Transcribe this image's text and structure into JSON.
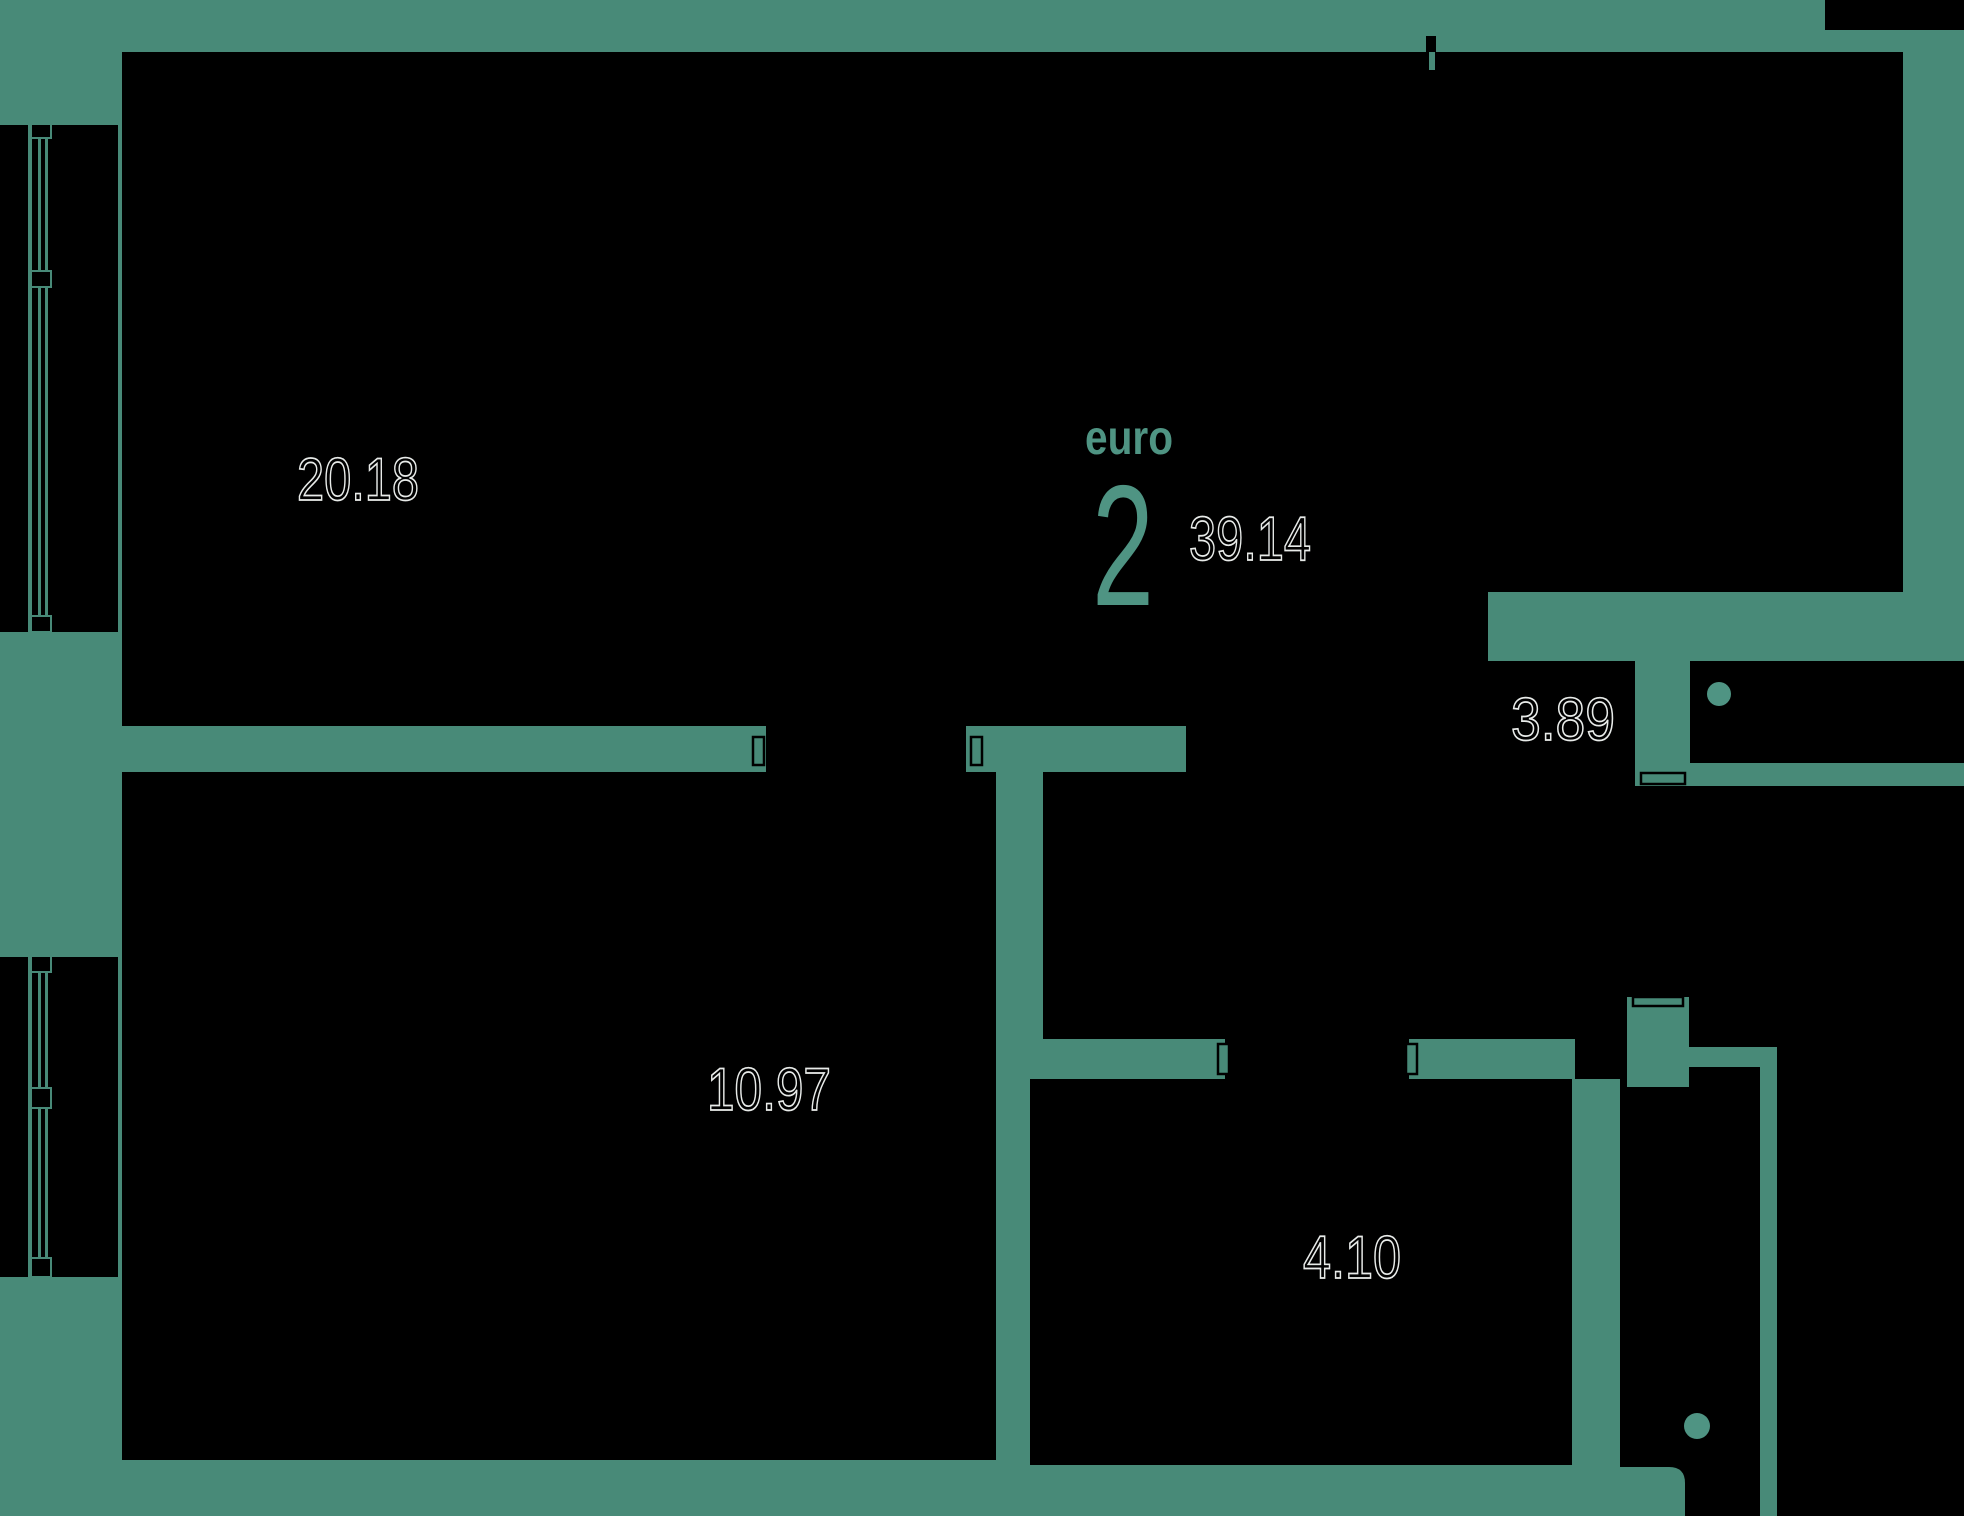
{
  "plan": {
    "unit_badge": {
      "type_label": "euro",
      "rooms_count": "2",
      "total_area": "39.14"
    },
    "rooms": [
      {
        "id": "living-room",
        "area": "20.18"
      },
      {
        "id": "bedroom",
        "area": "10.97"
      },
      {
        "id": "bathroom",
        "area": "4.10"
      },
      {
        "id": "hallway",
        "area": "3.89"
      }
    ],
    "colors": {
      "background": "#488A78",
      "walls": "#000000",
      "accent": "#4F9483",
      "digit_outline": "#E8EBE9"
    }
  }
}
